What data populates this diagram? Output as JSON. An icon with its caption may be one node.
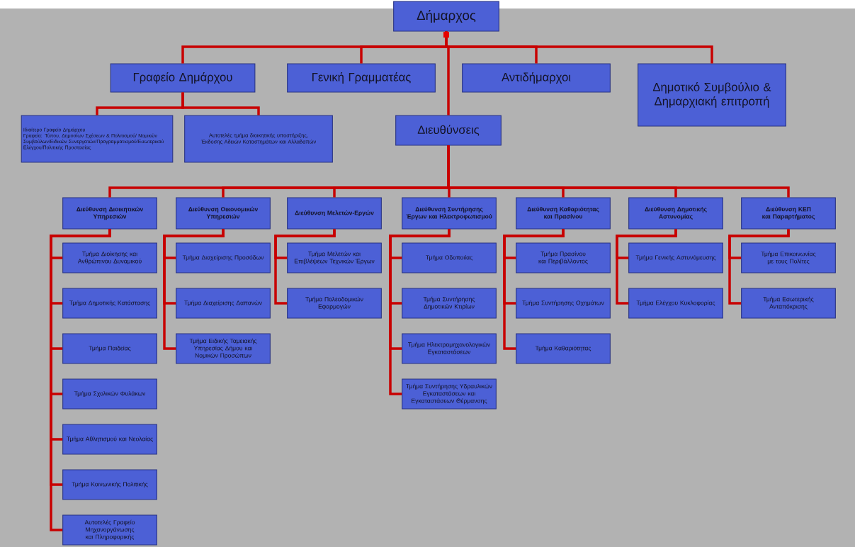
{
  "diagram": {
    "nodes": [
      {
        "text": [
          "Δήμαρχος"
        ]
      },
      {
        "text": [
          "Γραφείο Δημάρχου"
        ]
      },
      {
        "text": [
          "Γενική Γραμματέας"
        ]
      },
      {
        "text": [
          "Αντιδήμαρχοι"
        ]
      },
      {
        "text": [
          "Δημοτικό Συμβούλιο & Δημαρχιακή επιτροπή"
        ]
      },
      {
        "text": [
          "Ιδιαίτερο Γραφείο Δημάρχου",
          "Γραφεία: Τύπου, Δημοσίων Σχέσεων & Πολιτισμού/ Νομικών Συμβούλων/Ειδικών Συνεργατών/Προγραμματισμού/Εσωτερικού Ελέγχου/Πολιτικής Προστασίας"
        ]
      },
      {
        "text": [
          "Αυτοτελές τμήμα διοικητικής υποστήριξης, Έκδοσης Αδειών Καταστημάτων και Αλλαδαπών"
        ]
      },
      {
        "text": [
          "Διευθύνσεις"
        ]
      },
      {
        "text": [
          "Διεύθυνση Διοικητικών Υπηρεσιών"
        ]
      },
      {
        "text": [
          "Διεύθυνση Οικονομικών Υπηρεσιών"
        ]
      },
      {
        "text": [
          "Διεύθυνση Μελετών-Εργών"
        ]
      },
      {
        "text": [
          "Διεύθυνση Συντήρησης Έργων και Ηλεκτροφωτισμού"
        ]
      },
      {
        "text": [
          "Διεύθυνση Καθαριότητας και Πρασίνου"
        ]
      },
      {
        "text": [
          "Διεύθυνση Δημοτικής Αστυνομίας"
        ]
      },
      {
        "text": [
          "Διεύθυνση ΚΕΠ και Παραρτήματος"
        ]
      },
      {
        "text": [
          "Τμήμα Διοίκησης και Ανθρώπινου Δυναμικού"
        ]
      },
      {
        "text": [
          "Τμήμα Δημοτικής Κατάστασης"
        ]
      },
      {
        "text": [
          "Τμήμα Παιδείας"
        ]
      },
      {
        "text": [
          "Τμήμα Σχολικών Φυλάκων"
        ]
      },
      {
        "text": [
          "Τμήμα Αθλητισμού και Νεολαίας"
        ]
      },
      {
        "text": [
          "Τμήμα Κοινωνικής Πολιτικής"
        ]
      },
      {
        "text": [
          "Αυτοτελές Γραφείο Μηχανοργάνωσης και Πληροφορικής"
        ]
      },
      {
        "text": [
          "Τμήμα Διαχείρισης Προσόδων"
        ]
      },
      {
        "text": [
          "Τμήμα Διαχείρισης Δαπανών"
        ]
      },
      {
        "text": [
          "Τμήμα Ειδικής Ταμειακής Υπηρεσίας Δήμου και Νομικών Προσώπων"
        ]
      },
      {
        "text": [
          "Τμήμα Μελετών και Επιβλέψεων Τεχνικών Έργων"
        ]
      },
      {
        "text": [
          "Τμήμα Πολεοδομικών Εφαρμογών"
        ]
      },
      {
        "text": [
          "Τμήμα Οδοποιίας"
        ]
      },
      {
        "text": [
          "Τμήμα Συντήρησης Δημοτικών Κτιρίων"
        ]
      },
      {
        "text": [
          "Τμήμα Ηλεκτρομηχανολογικών Εγκαταστάσεων"
        ]
      },
      {
        "text": [
          "Τμήμα Συντήρησης Υδραυλικών Εγκαταστάσεων και Εγκαταστάσεων Θέρμανσης"
        ]
      },
      {
        "text": [
          "Τμήμα Πρασίνου και Περιβάλλοντος"
        ]
      },
      {
        "text": [
          "Τμήμα Συντήρησης Οχημάτων"
        ]
      },
      {
        "text": [
          "Τμήμα Καθαριότητας"
        ]
      },
      {
        "text": [
          "Τμήμα Γενικής Αστυνόμευσης"
        ]
      },
      {
        "text": [
          "Τμήμα Ελέγχου Κυκλοφορίας"
        ]
      },
      {
        "text": [
          "Τμήμα Επικοινωνίας με τους Πολίτες"
        ]
      },
      {
        "text": [
          "Τμήμα Εσωτερικής Ανταπόκρισης"
        ]
      }
    ],
    "edges": [
      {
        "from": 0,
        "to": 1,
        "arrow": "none"
      },
      {
        "from": 0,
        "to": 2,
        "arrow": "none"
      },
      {
        "from": 0,
        "to": 3,
        "arrow": "none"
      },
      {
        "from": 0,
        "to": 4,
        "arrow": "none"
      },
      {
        "from": 0,
        "to": 7,
        "arrow": "none"
      },
      {
        "from": 1,
        "to": 5,
        "arrow": "none"
      },
      {
        "from": 1,
        "to": 6,
        "arrow": "none"
      },
      {
        "from": 7,
        "to": 8,
        "arrow": "none"
      },
      {
        "from": 7,
        "to": 9,
        "arrow": "none"
      },
      {
        "from": 7,
        "to": 10,
        "arrow": "none"
      },
      {
        "from": 7,
        "to": 11,
        "arrow": "none"
      },
      {
        "from": 7,
        "to": 12,
        "arrow": "none"
      },
      {
        "from": 7,
        "to": 13,
        "arrow": "none"
      },
      {
        "from": 7,
        "to": 14,
        "arrow": "none"
      },
      {
        "from": 8,
        "to": 15,
        "arrow": "none"
      },
      {
        "from": 8,
        "to": 16,
        "arrow": "none"
      },
      {
        "from": 8,
        "to": 17,
        "arrow": "none"
      },
      {
        "from": 8,
        "to": 18,
        "arrow": "none"
      },
      {
        "from": 8,
        "to": 19,
        "arrow": "none"
      },
      {
        "from": 8,
        "to": 20,
        "arrow": "none"
      },
      {
        "from": 8,
        "to": 21,
        "arrow": "none"
      },
      {
        "from": 9,
        "to": 22,
        "arrow": "none"
      },
      {
        "from": 9,
        "to": 23,
        "arrow": "none"
      },
      {
        "from": 9,
        "to": 24,
        "arrow": "none"
      },
      {
        "from": 10,
        "to": 25,
        "arrow": "none"
      },
      {
        "from": 10,
        "to": 26,
        "arrow": "none"
      },
      {
        "from": 11,
        "to": 27,
        "arrow": "none"
      },
      {
        "from": 11,
        "to": 28,
        "arrow": "none"
      },
      {
        "from": 11,
        "to": 29,
        "arrow": "none"
      },
      {
        "from": 11,
        "to": 30,
        "arrow": "none"
      },
      {
        "from": 12,
        "to": 31,
        "arrow": "none"
      },
      {
        "from": 12,
        "to": 32,
        "arrow": "none"
      },
      {
        "from": 12,
        "to": 33,
        "arrow": "none"
      },
      {
        "from": 13,
        "to": 34,
        "arrow": "none"
      },
      {
        "from": 13,
        "to": 35,
        "arrow": "none"
      },
      {
        "from": 14,
        "to": 36,
        "arrow": "none"
      },
      {
        "from": 14,
        "to": 37,
        "arrow": "none"
      }
    ]
  }
}
